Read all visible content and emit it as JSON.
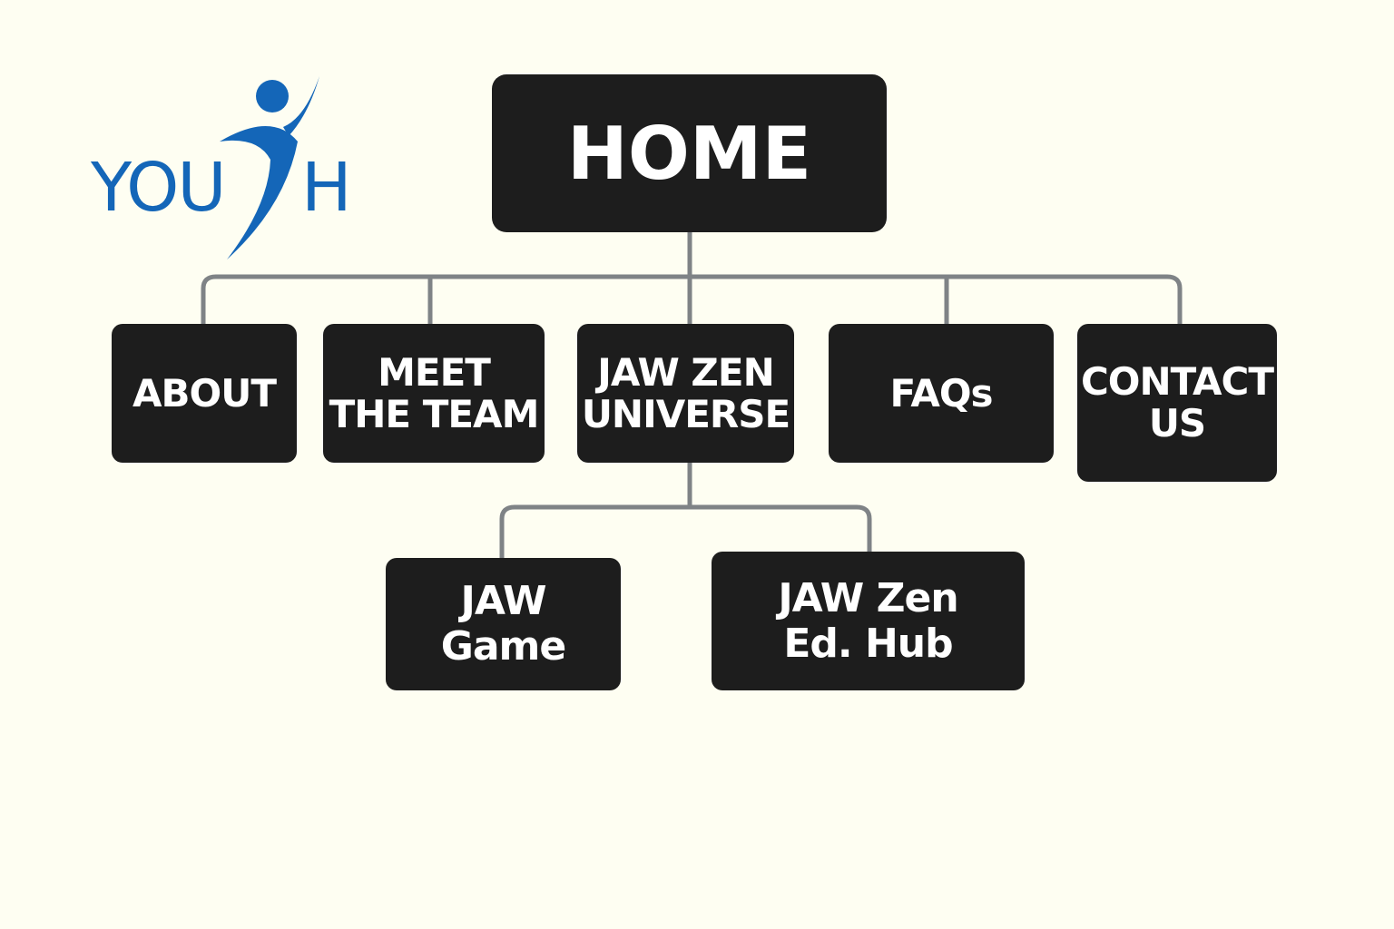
{
  "logo": {
    "text_left": "YOU",
    "text_right": "H",
    "icon": "person-figure-icon",
    "color": "#1466b8"
  },
  "root": {
    "label": "HOME"
  },
  "level1": [
    {
      "label": "ABOUT"
    },
    {
      "label": "MEET\nTHE TEAM"
    },
    {
      "label": "JAW ZEN\nUNIVERSE"
    },
    {
      "label": "FAQs"
    },
    {
      "label": "CONTACT\nUS"
    }
  ],
  "level2": [
    {
      "label": "JAW\nGame"
    },
    {
      "label": "JAW Zen\nEd. Hub"
    }
  ],
  "colors": {
    "background": "#fefef2",
    "node": "#1d1d1d",
    "node_text": "#ffffff",
    "connector": "#7f8386"
  }
}
